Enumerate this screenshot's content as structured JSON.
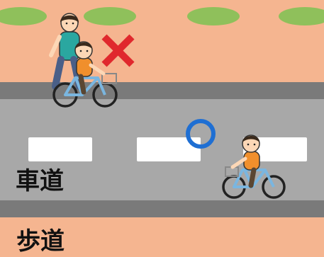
{
  "labels": {
    "roadway": "車道",
    "sidewalk": "歩道"
  },
  "markers": {
    "ok": "circle",
    "ng": "cross"
  },
  "icons": {
    "pedestrian": "pedestrian-illustration",
    "cyclist_sidewalk": "cyclist-on-sidewalk-illustration",
    "cyclist_roadway": "cyclist-on-roadway-illustration"
  },
  "colors": {
    "sidewalk": "#f5b590",
    "curb": "#7a7a7a",
    "road": "#a8a8a8",
    "lane_marking": "#ffffff",
    "bush": "#8fc05b",
    "ok_marker": "#1f6fd3",
    "ng_marker": "#e0282d",
    "bicycle": "#7ab6e0",
    "child_shirt": "#f08f2c",
    "adult_shirt": "#2aa7a0"
  }
}
